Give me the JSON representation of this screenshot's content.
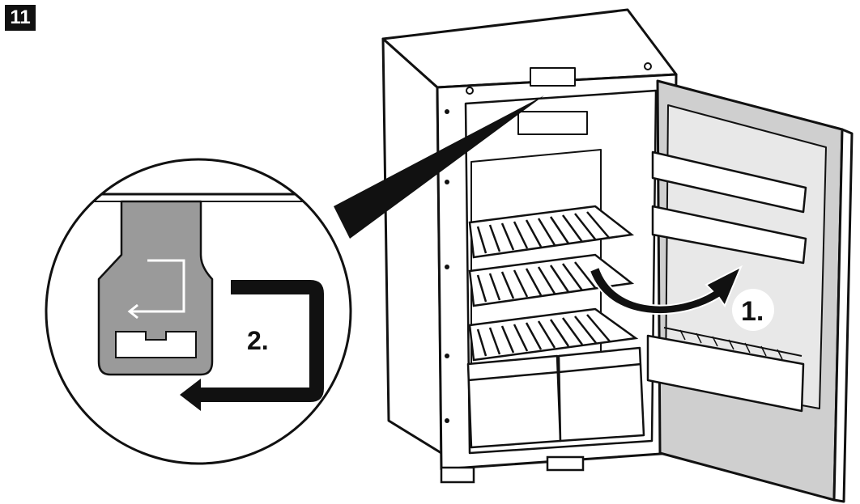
{
  "figure": {
    "step_number": "11",
    "steps": [
      {
        "label": "1."
      },
      {
        "label": "2."
      }
    ]
  },
  "colors": {
    "line": "#111111",
    "paper": "#ffffff",
    "door_fill": "#cfcfcf",
    "hinge_fill": "#9a9a9a",
    "shelf_fill": "#e8e8e8"
  },
  "icons": [
    "curved-arrow-icon",
    "hook-arrow-icon",
    "callout-wedge"
  ]
}
